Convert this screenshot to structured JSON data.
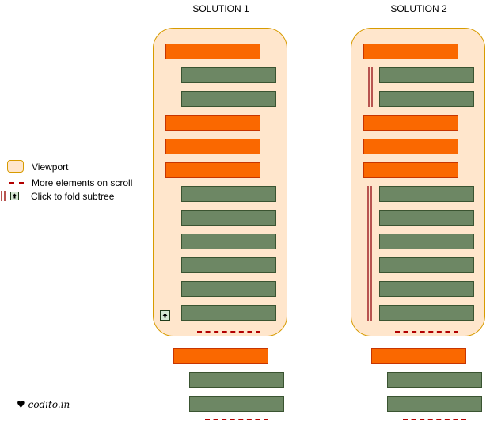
{
  "solution1": {
    "title": "SOLUTION 1"
  },
  "solution2": {
    "title": "SOLUTION 2"
  },
  "legend": {
    "viewport": "Viewport",
    "more": "More elements on scroll",
    "fold": "Click to fold subtree"
  },
  "credit": {
    "heart": "♥",
    "text": "codito.in"
  },
  "colors": {
    "viewport_fill": "#ffe6cc",
    "viewport_border": "#d79b00",
    "orange": "#fa6800",
    "green": "#6d8764",
    "dash": "#b20000",
    "fold_line": "#b85450"
  }
}
